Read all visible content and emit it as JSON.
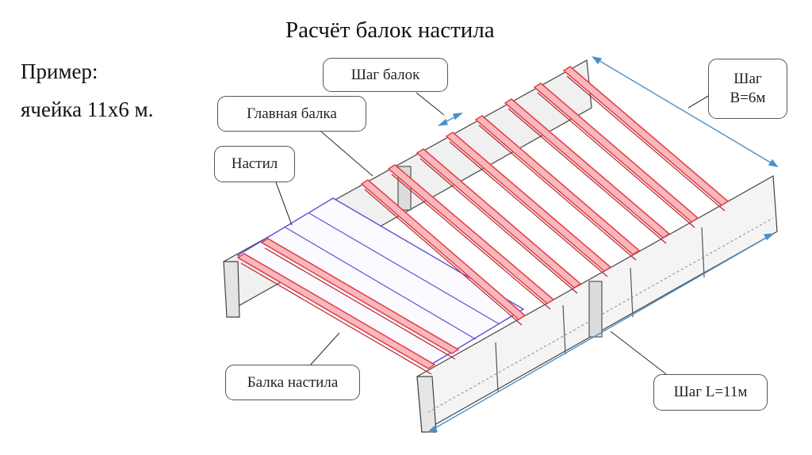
{
  "title": "Расчёт балок настила",
  "example": {
    "line1": "Пример:",
    "line2": "ячейка 11х6 м."
  },
  "callouts": {
    "beam_step": "Шаг балок",
    "main_beam": "Главная балка",
    "decking": "Настил",
    "deck_beam": "Балка настила",
    "step_b_line1": "Шаг",
    "step_b_line2": "B=6м",
    "step_l": "Шаг L=11м"
  },
  "colors": {
    "deck_beam": "#e8404a",
    "deck_beam_dark": "#b3262f",
    "decking_line": "#5b4fd6",
    "dimension": "#4a90c8",
    "structure": "#444444"
  }
}
